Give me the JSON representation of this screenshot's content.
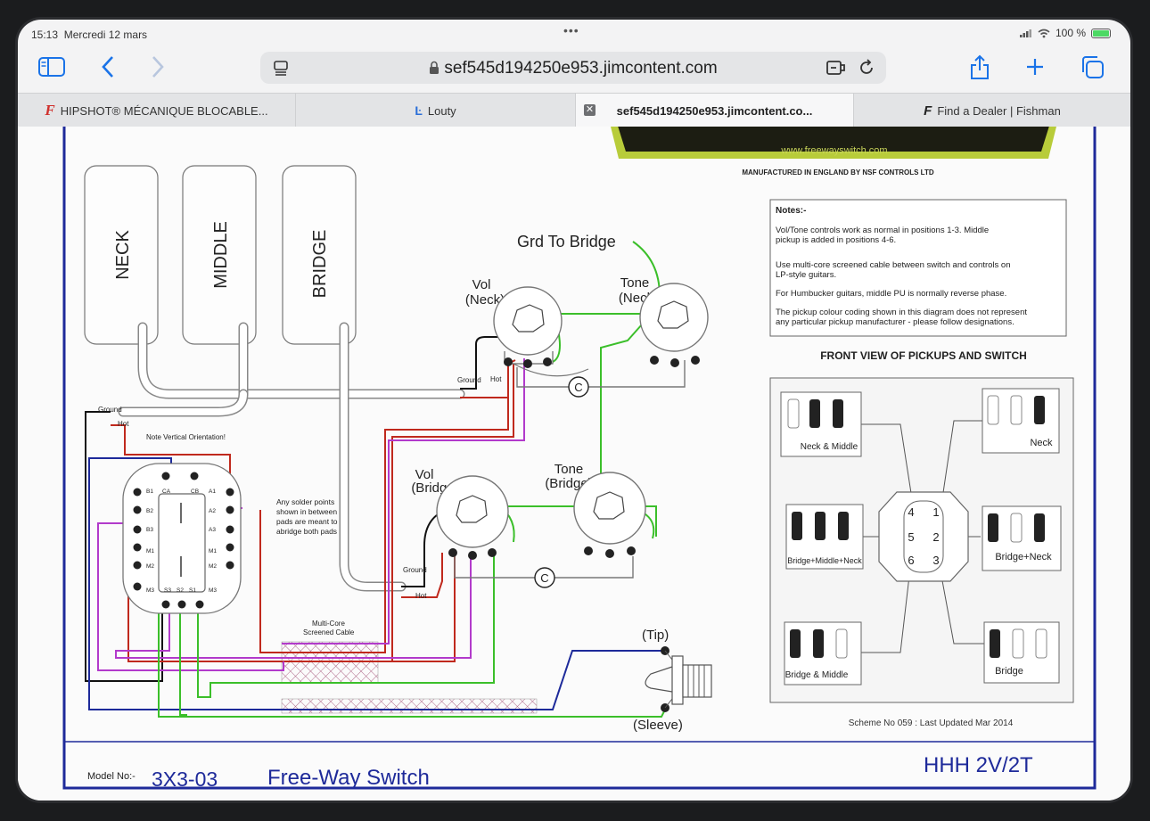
{
  "status_bar": {
    "time": "15:13",
    "date": "Mercredi 12 mars",
    "battery": "100 %"
  },
  "browser": {
    "url": "sef545d194250e953.jimcontent.com",
    "tabs": [
      {
        "label": "HIPSHOT® MÉCANIQUE BLOCABLE..."
      },
      {
        "label": "Louty"
      },
      {
        "label": "sef545d194250e953.jimcontent.co..."
      },
      {
        "label": "Find a Dealer | Fishman"
      }
    ]
  },
  "diagram": {
    "website": "www.freewayswitch.com",
    "manufacturer": "MANUFACTURED IN ENGLAND BY NSF CONTROLS LTD",
    "pickups": {
      "neck": "NECK",
      "middle": "MIDDLE",
      "bridge": "BRIDGE"
    },
    "grd_to_bridge": "Grd To Bridge",
    "pots": {
      "vol_neck": [
        "Vol",
        "(Neck)"
      ],
      "tone_neck": [
        "Tone",
        "(Neck)"
      ],
      "vol_bridge": [
        "Vol",
        "(Bridge)"
      ],
      "tone_bridge": [
        "Tone",
        "(Bridge)"
      ]
    },
    "cap_label": "C",
    "ground": "Ground",
    "hot": "Hot",
    "note_vertical": "Note Vertical Orientation!",
    "solder_note": [
      "Any solder points",
      "shown in between",
      "pads are meant to",
      "abridge both pads"
    ],
    "cable": [
      "Multi-Core",
      "Screened Cable"
    ],
    "jack": {
      "tip": "(Tip)",
      "sleeve": "(Sleeve)"
    },
    "notes": {
      "title": "Notes:-",
      "items": [
        [
          "Vol/Tone controls work as normal in positions 1-3. Middle",
          "pickup is added in positions 4-6."
        ],
        [
          "Use multi-core screened cable between switch and controls on",
          "LP-style guitars."
        ],
        [
          "For Humbucker guitars,  middle PU is normally reverse phase."
        ],
        [
          "The pickup colour coding shown in this diagram does not represent",
          "any particular pickup manufacturer - please follow designations."
        ]
      ]
    },
    "front_view_title": "FRONT VIEW OF PICKUPS AND SWITCH",
    "positions": {
      "neck_middle": "Neck & Middle",
      "neck": "Neck",
      "bridge_middle_neck": "Bridge+Middle+Neck",
      "bridge_neck": "Bridge+Neck",
      "bridge_middle": "Bridge & Middle",
      "bridge": "Bridge"
    },
    "switch_numbers": [
      "4",
      "1",
      "5",
      "2",
      "6",
      "3"
    ],
    "pad_labels": {
      "top": [
        "B1",
        "CA",
        "CB",
        "A1"
      ],
      "left": [
        "B2",
        "B3",
        "M1",
        "M2",
        "M3"
      ],
      "right": [
        "A2",
        "A3",
        "M1",
        "M2",
        "M3"
      ],
      "bottom": [
        "S3",
        "S2",
        "S1"
      ]
    },
    "scheme": "Scheme No 059 : Last Updated Mar 2014",
    "model_label": "Model No:-",
    "model": "3X3-03",
    "product": "Free-Way Switch",
    "config": "HHH 2V/2T"
  }
}
